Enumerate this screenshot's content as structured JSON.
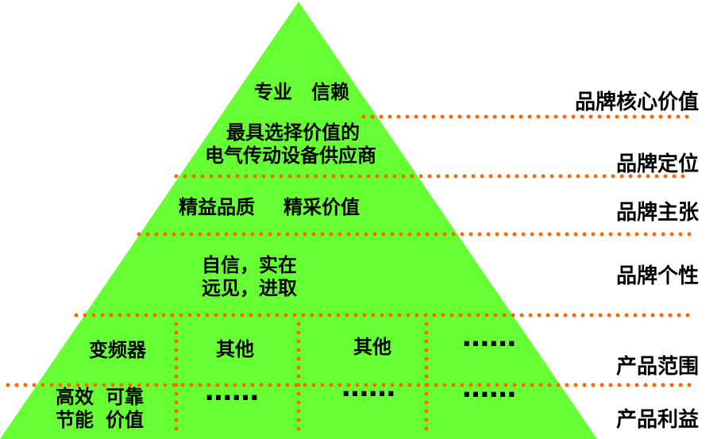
{
  "pyramid": {
    "core_value": [
      "专业",
      "信赖"
    ],
    "positioning": [
      "最具选择价值的",
      "电气传动设备供应商"
    ],
    "proposition": [
      "精益品质",
      "精采价值"
    ],
    "personality": [
      "自信，实在",
      "远见，进取"
    ],
    "product_range": [
      "变频器",
      "其他",
      "其他",
      "……"
    ],
    "product_benefit": {
      "first": [
        "高效",
        "可靠",
        "节能",
        "价值"
      ],
      "others": [
        "……",
        "……",
        "……"
      ]
    }
  },
  "labels": {
    "core_value": "品牌核心价值",
    "positioning": "品牌定位",
    "proposition": "品牌主张",
    "personality": "品牌个性",
    "product_range": "产品范围",
    "product_benefit": "产品利益"
  },
  "colors": {
    "pyramid_fill": "#66ff33",
    "divider_dots": "#ff6600",
    "text": "#000000",
    "background": "#ffffff"
  }
}
